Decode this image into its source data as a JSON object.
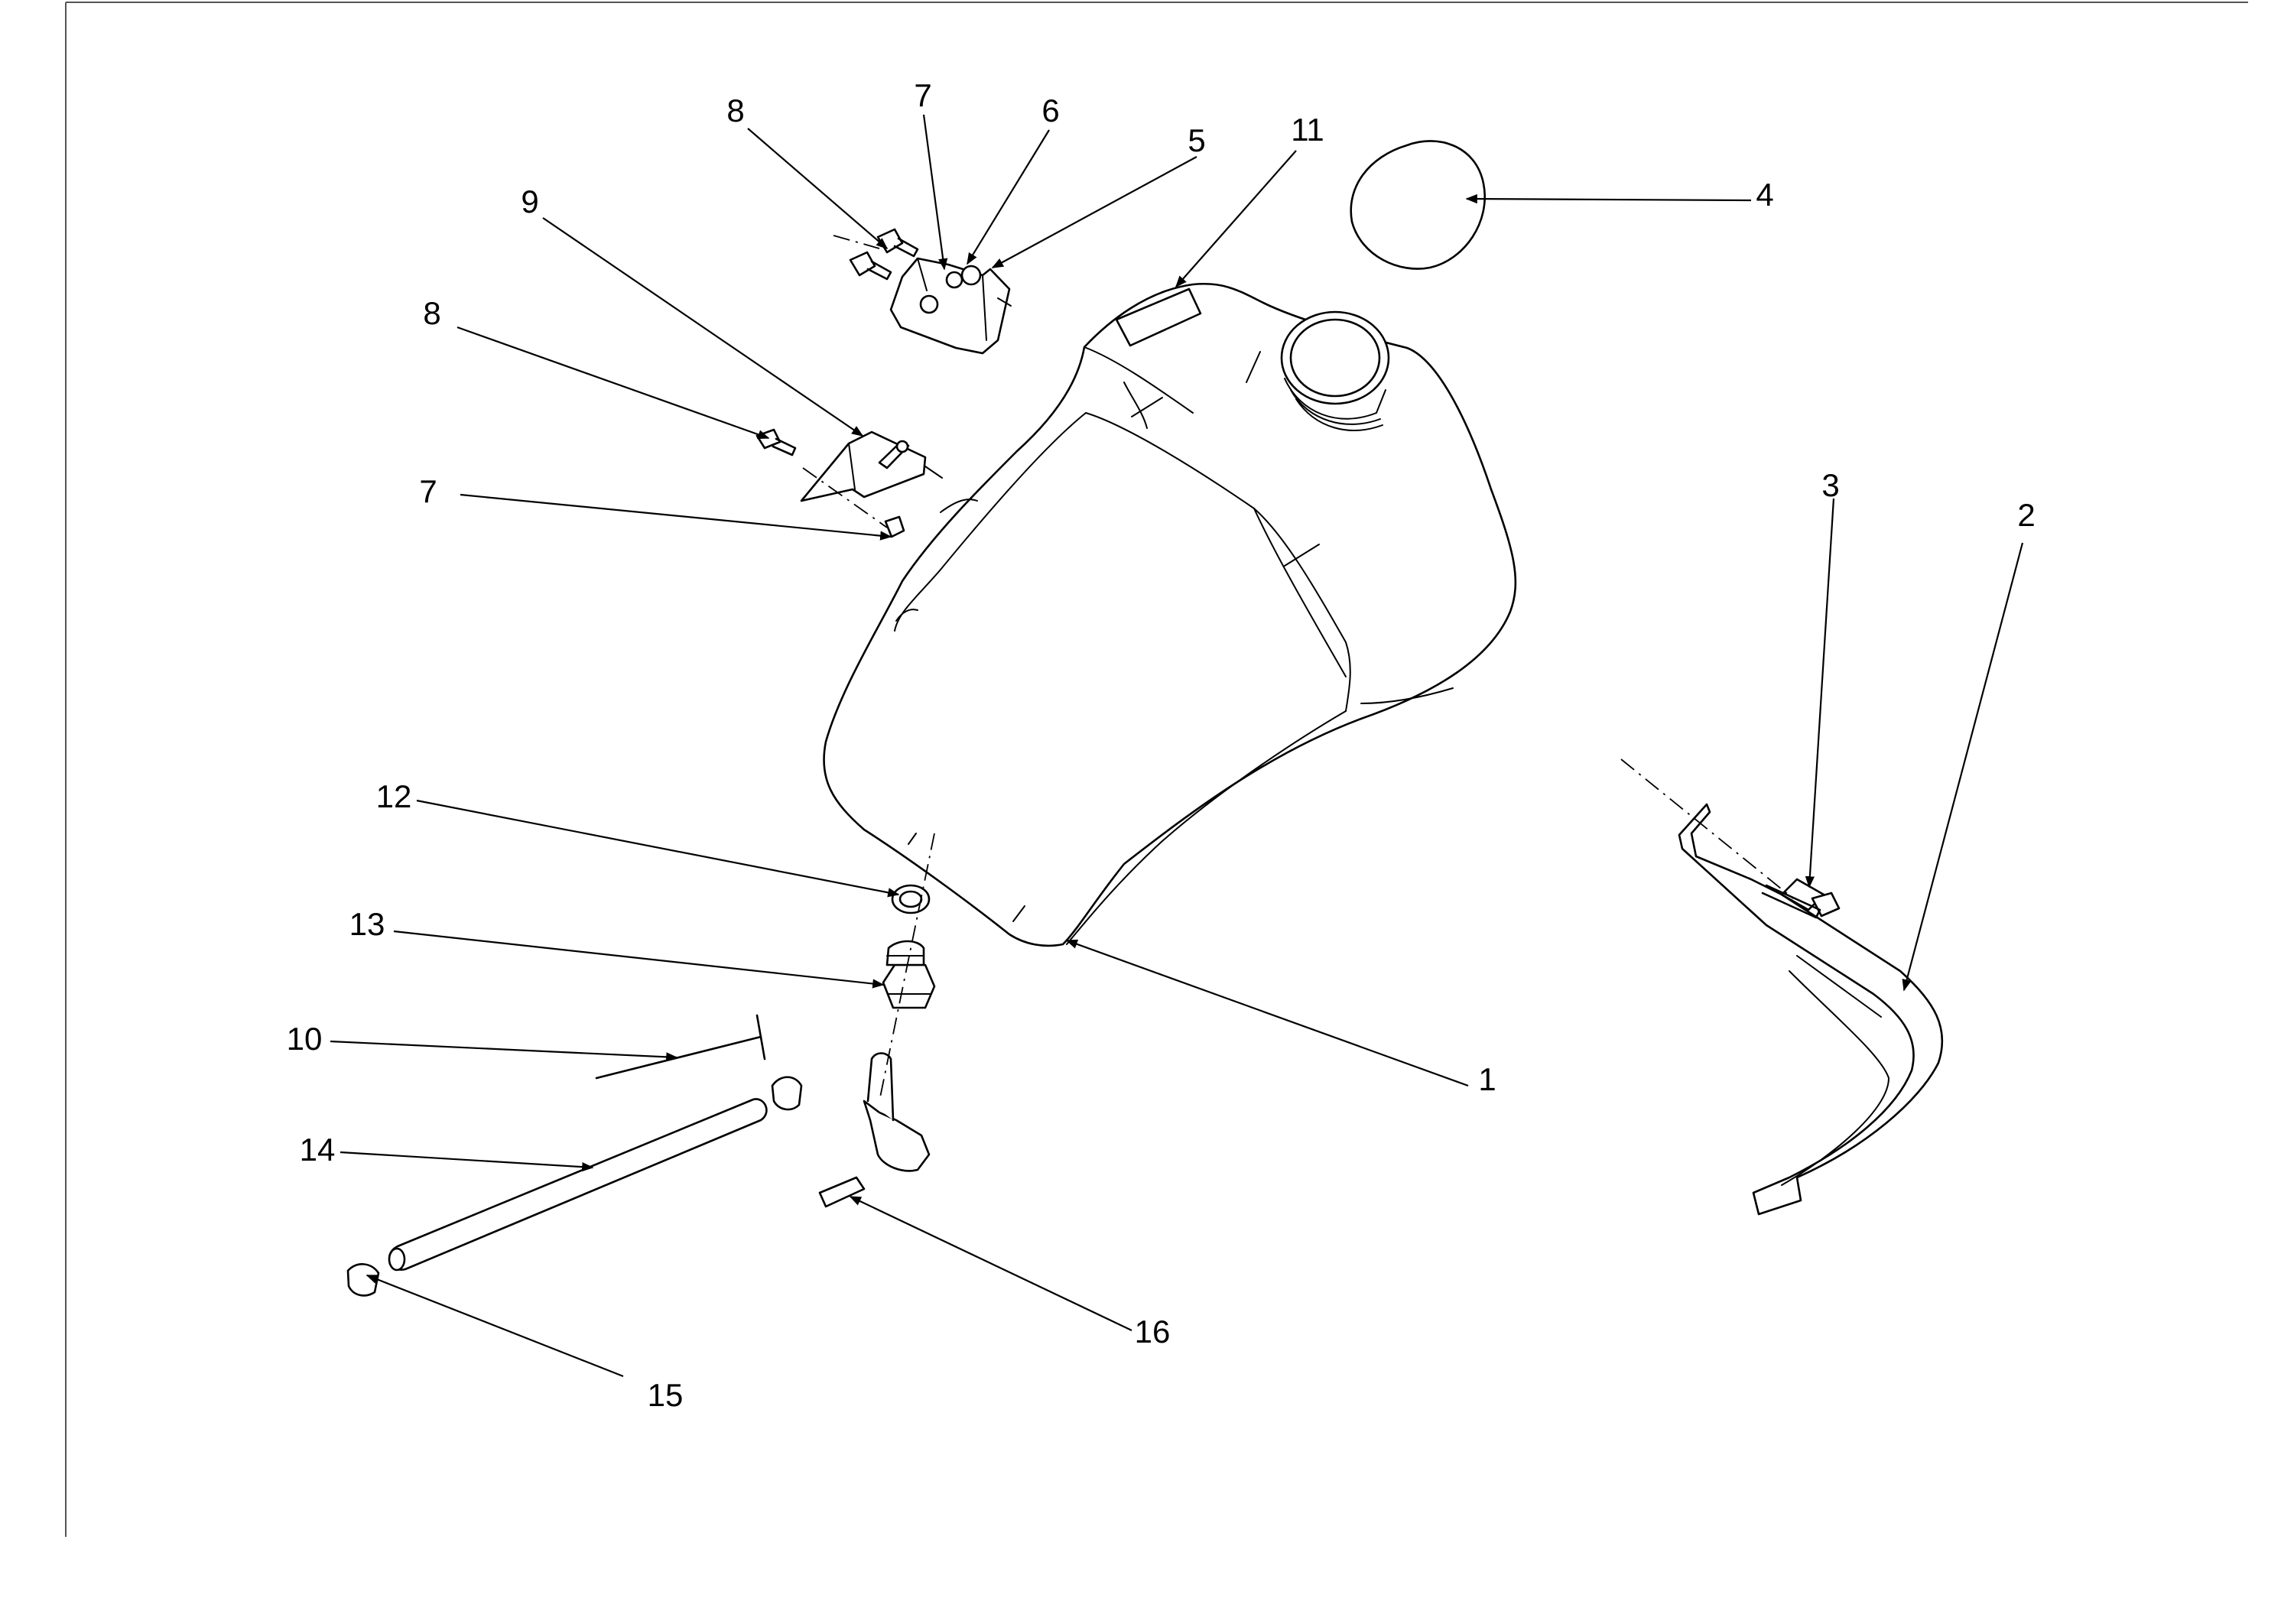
{
  "diagram": {
    "callouts": [
      {
        "id": "1",
        "label": "1"
      },
      {
        "id": "2",
        "label": "2"
      },
      {
        "id": "3",
        "label": "3"
      },
      {
        "id": "4",
        "label": "4"
      },
      {
        "id": "5",
        "label": "5"
      },
      {
        "id": "6",
        "label": "6"
      },
      {
        "id": "7a",
        "label": "7"
      },
      {
        "id": "7b",
        "label": "7"
      },
      {
        "id": "8a",
        "label": "8"
      },
      {
        "id": "8b",
        "label": "8"
      },
      {
        "id": "9",
        "label": "9"
      },
      {
        "id": "10",
        "label": "10"
      },
      {
        "id": "11",
        "label": "11"
      },
      {
        "id": "12",
        "label": "12"
      },
      {
        "id": "13",
        "label": "13"
      },
      {
        "id": "14",
        "label": "14"
      },
      {
        "id": "15",
        "label": "15"
      },
      {
        "id": "16",
        "label": "16"
      }
    ]
  }
}
